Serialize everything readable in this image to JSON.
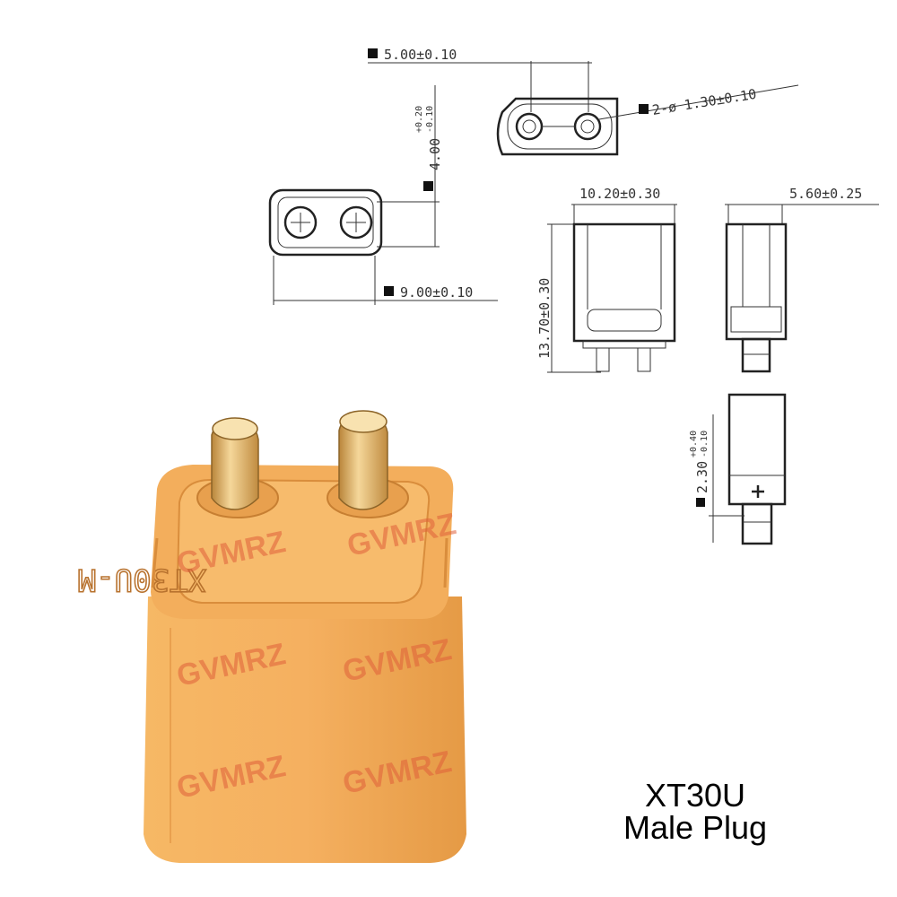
{
  "product": {
    "model": "XT30U",
    "type": "Male Plug",
    "mold_marking": "XT30U-M",
    "watermark": "GVMRZ"
  },
  "dimensions": {
    "pitch": "5.00±0.10",
    "hole": "2-ø 1.30±0.10",
    "height_top": "4.00",
    "height_top_tol_plus": "+0.20",
    "height_top_tol_minus": "-0.10",
    "width_face": "9.00±0.10",
    "body_width": "10.20±0.30",
    "body_height": "13.70±0.30",
    "body_depth": "5.60±0.25",
    "pin_height": "2.30",
    "pin_tol_plus": "+0.40",
    "pin_tol_minus": "-0.10"
  },
  "colors": {
    "housing": "#f2ab58",
    "housing_shadow": "#d98d3c",
    "pin": "#e0b060",
    "watermark": "#e0603a"
  }
}
